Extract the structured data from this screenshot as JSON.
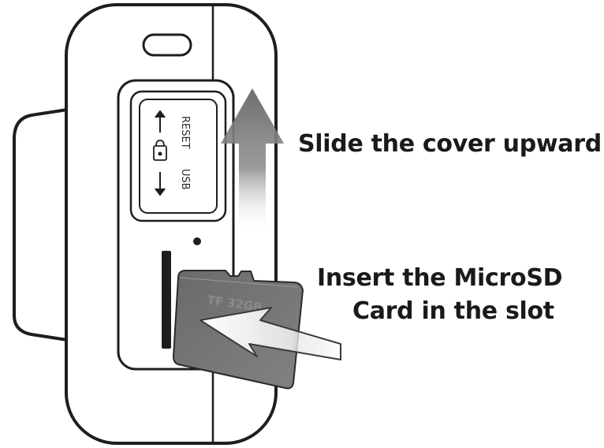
{
  "captions": {
    "cover": "Slide the cover upward",
    "card_line1": "Insert the MicroSD",
    "card_line2": "Card in the slot"
  },
  "ports": {
    "reset": "RESET",
    "usb": "USB"
  },
  "card": {
    "print": "TF 32GB"
  },
  "icons": {
    "up_arrow": "up-arrow-icon",
    "down_arrow": "down-arrow-icon",
    "lock": "lock-icon",
    "slide_arrow": "slide-up-arrow-icon",
    "insert_arrow": "insert-left-arrow-icon"
  },
  "colors": {
    "outline": "#1e1e1e",
    "arrow_gray": "#7d7d7d",
    "card_gray": "#6f6f6f"
  }
}
